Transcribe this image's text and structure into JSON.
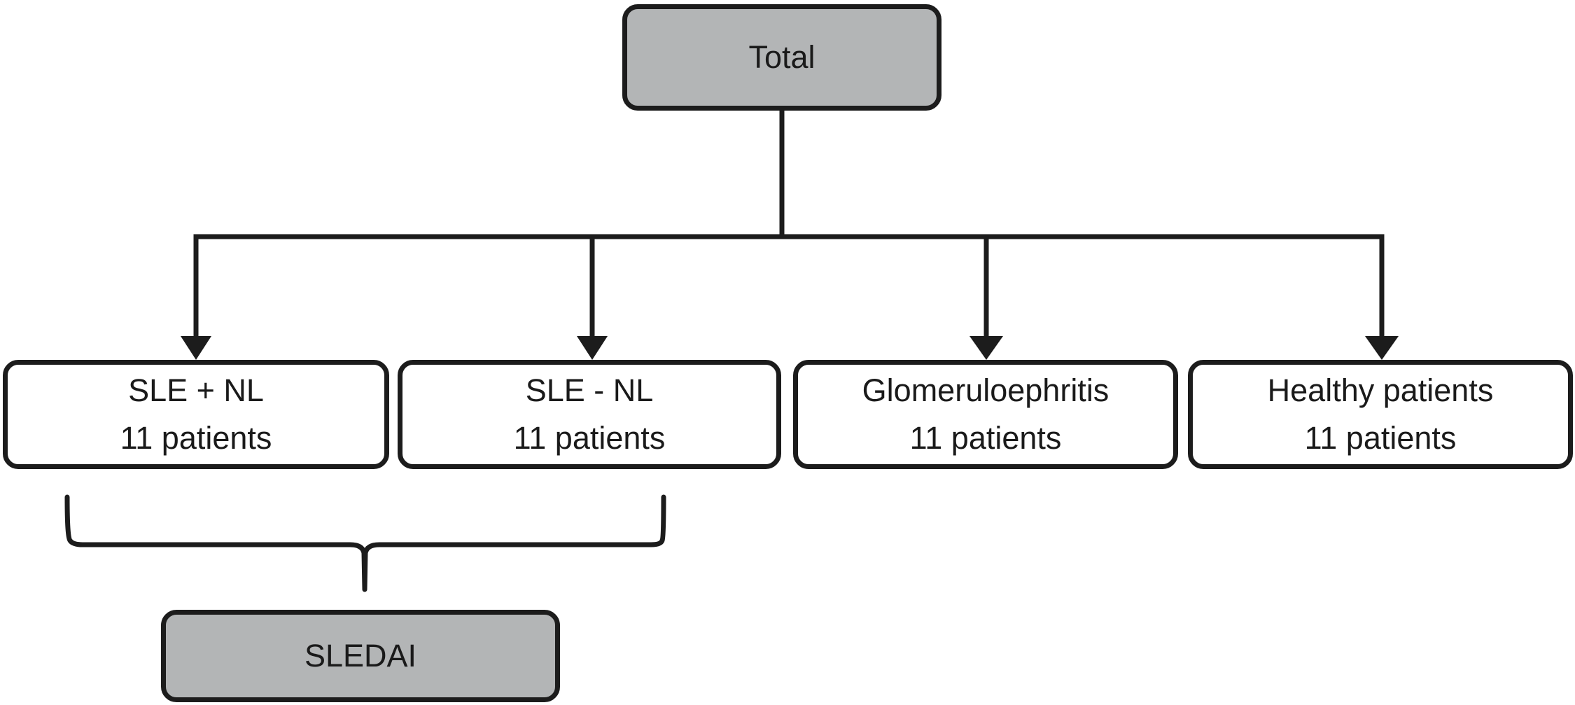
{
  "root": {
    "label": "Total"
  },
  "groups": [
    {
      "name": "SLE + NL",
      "count": "11 patients"
    },
    {
      "name": "SLE - NL",
      "count": "11 patients"
    },
    {
      "name": "Glomeruloephritis",
      "count": "11 patients"
    },
    {
      "name": "Healthy patients",
      "count": "11 patients"
    }
  ],
  "bracket_target": {
    "label": "SLEDAI"
  },
  "colors": {
    "highlight_box": "#b3b5b6",
    "plain_box": "#ffffff",
    "stroke": "#1c1c1c"
  }
}
